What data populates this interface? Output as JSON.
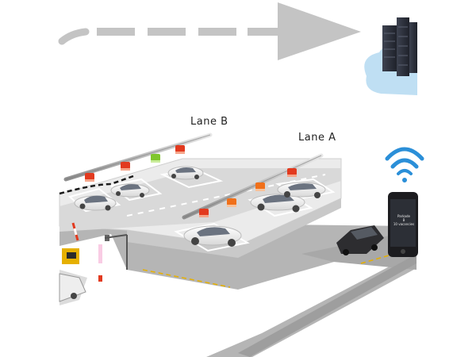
{
  "lanes": {
    "lane_b": "Lane B",
    "lane_a": "Lane A"
  },
  "phone": {
    "line1": "Parkade",
    "line2": "B",
    "line3": "10 vacancies"
  },
  "colors": {
    "road": "#d9d9d9",
    "lot_floor": "#ebebeb",
    "street": "#b5b5b5",
    "arrow": "#c4c4c4",
    "sensor_occupied": "#e23a1f",
    "sensor_warning": "#f0701a",
    "sensor_free": "#7fc62c",
    "wifi": "#2b8fd8",
    "cloud": "#b8dcf2"
  },
  "icons": [
    "server-rack-icon",
    "cloud-icon",
    "wifi-icon",
    "smartphone-icon",
    "car-icon",
    "parking-sensor-icon",
    "barrier-gate-icon",
    "ticket-machine-icon"
  ]
}
